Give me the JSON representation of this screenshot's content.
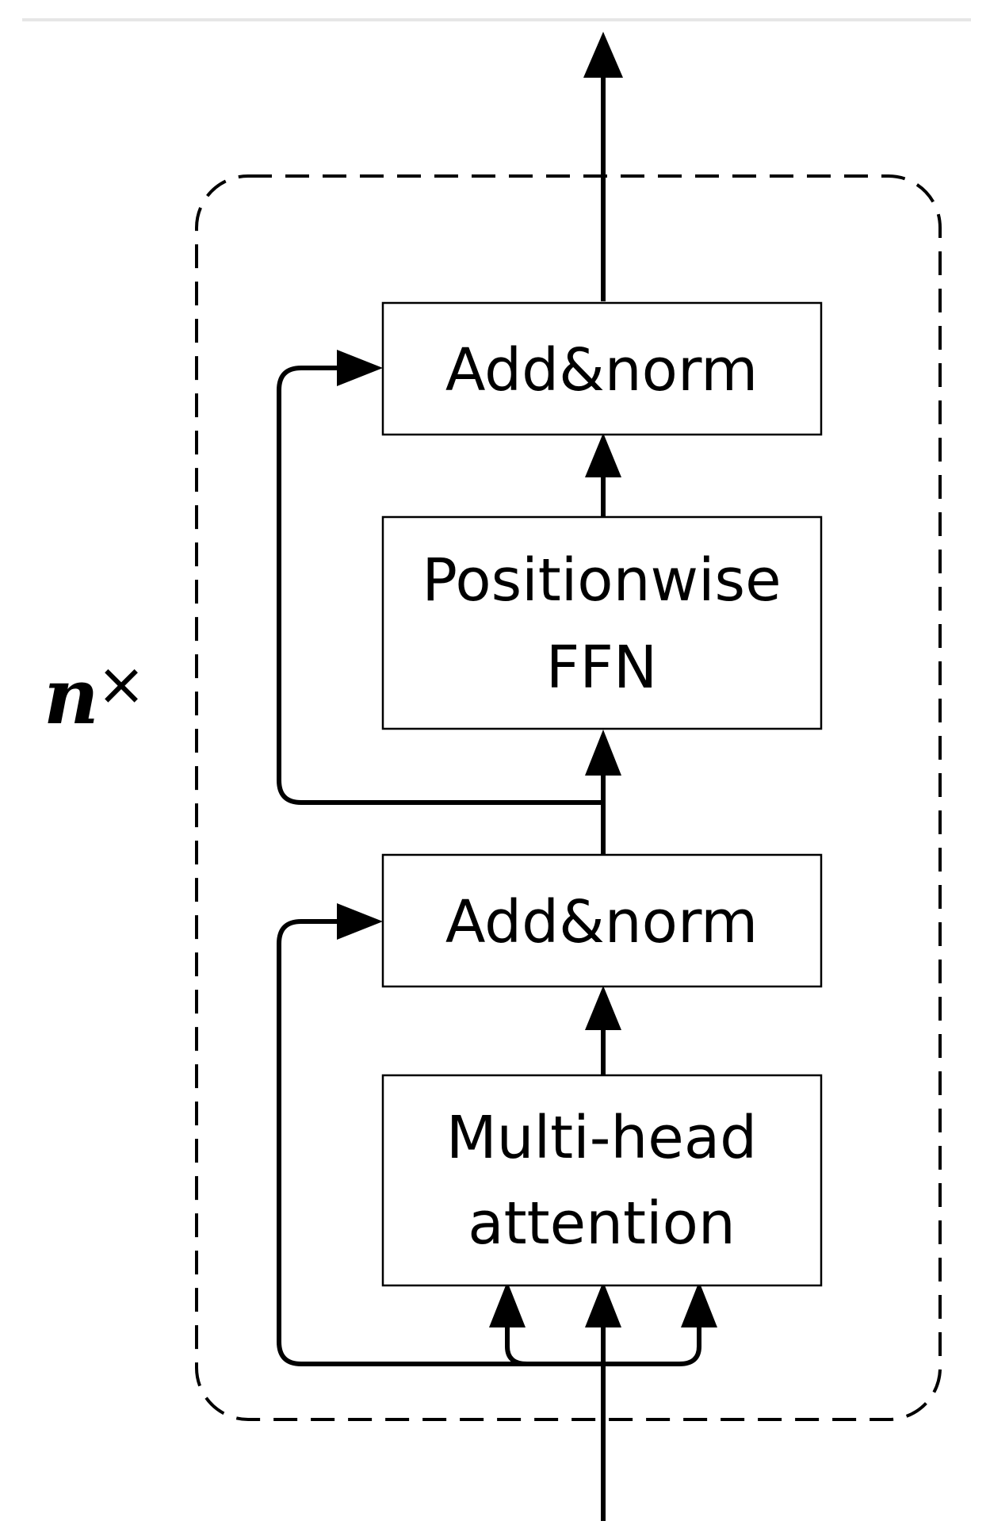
{
  "repeat_label": {
    "variable": "n",
    "operator": "×"
  },
  "blocks": {
    "add_norm_top": {
      "lines": [
        "Add&norm"
      ]
    },
    "ffn": {
      "lines": [
        "Positionwise",
        "FFN"
      ]
    },
    "add_norm_bottom": {
      "lines": [
        "Add&norm"
      ]
    },
    "attention": {
      "lines": [
        "Multi-head",
        "attention"
      ]
    }
  }
}
